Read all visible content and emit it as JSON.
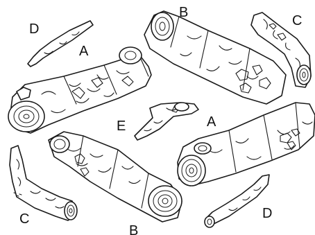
{
  "labels": {
    "a_top": "A",
    "a_right": "A",
    "b_top": "B",
    "b_bottom": "B",
    "c_top_right": "C",
    "c_bottom_left": "C",
    "d_top_left": "D",
    "d_bottom_right": "D",
    "e_center": "E"
  }
}
